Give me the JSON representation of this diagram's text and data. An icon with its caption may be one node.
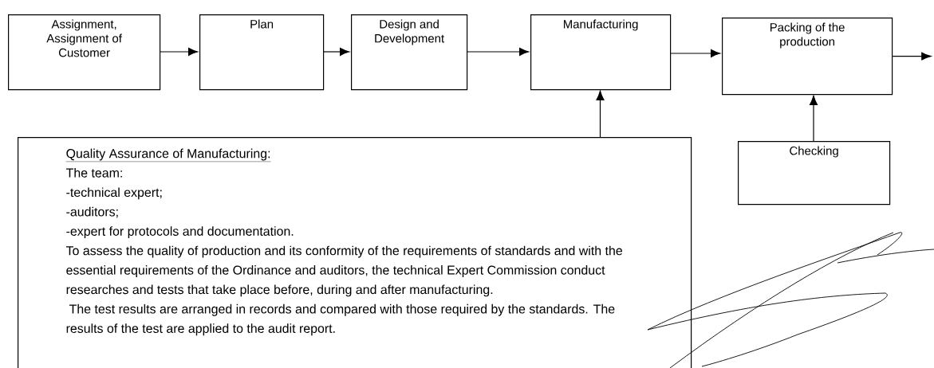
{
  "diagram": {
    "nodes": [
      {
        "text": [
          "Assignment, Assignment of Customer"
        ]
      },
      {
        "text": [
          "Plan"
        ]
      },
      {
        "text": [
          "Design and Development"
        ]
      },
      {
        "text": [
          "Manufacturing"
        ]
      },
      {
        "text": [
          "Packing of the production"
        ]
      },
      {
        "text": [
          "Quality Assurance of Manufacturing:",
          "The team:",
          "-technical expert;",
          "-auditors;",
          "-expert for protocols and documentation.",
          "To assess the quality of production and its conformity of the requirements of standards and with the essential requirements of the Ordinance and auditors, the technical Expert Commission conduct researches and tests that take place before, during and after manufacturing.",
          "The test results are arranged in records and compared with those required by the standards. The results of the test are applied to the audit report."
        ]
      },
      {
        "text": [
          "Checking"
        ]
      }
    ],
    "edges": [
      {
        "from": 0,
        "to": 1,
        "arrow": "to"
      },
      {
        "from": 1,
        "to": 2,
        "arrow": "to"
      },
      {
        "from": 2,
        "to": 3,
        "arrow": "to"
      },
      {
        "from": 3,
        "to": 4,
        "arrow": "to"
      },
      {
        "from": 4,
        "to": null,
        "arrow": "to"
      },
      {
        "from": 5,
        "to": 3,
        "arrow": "to"
      },
      {
        "from": 6,
        "to": 4,
        "arrow": "to"
      }
    ]
  }
}
